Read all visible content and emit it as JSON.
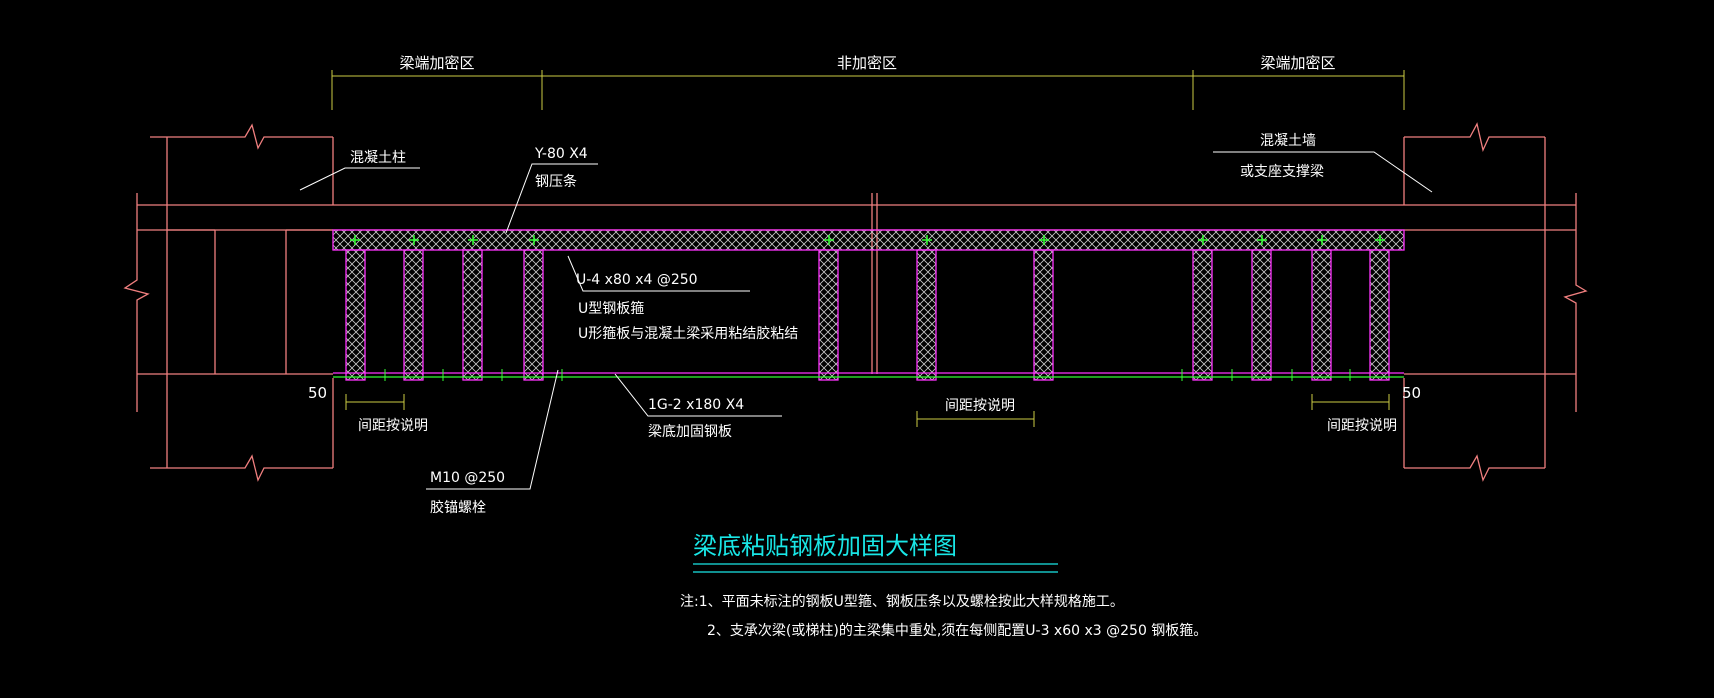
{
  "zones": {
    "left": "梁端加密区",
    "middle": "非加密区",
    "right": "梁端加密区"
  },
  "labels": {
    "column": "混凝土柱",
    "wall_line1": "混凝土墙",
    "wall_line2": "或支座支撑梁",
    "press_bar_spec": "Y-80 X4",
    "press_bar_name": "钢压条",
    "u_hoop_spec": "U-4 x80 x4 @250",
    "u_hoop_name": "U型钢板箍",
    "u_hoop_note": "U形箍板与混凝土梁采用粘结胶粘结",
    "bottom_plate_spec": "1G-2 x180 X4",
    "bottom_plate_name": "梁底加固钢板",
    "bolt_spec": "M10 @250",
    "bolt_name": "胶锚螺栓",
    "dim_left": "50",
    "dim_right": "50",
    "spacing_left": "间距按说明",
    "spacing_middle": "间距按说明",
    "spacing_right": "间距按说明"
  },
  "title": "梁底粘贴钢板加固大样图",
  "notes": {
    "line1": "注:1、平面未标注的钢板U型箍、钢板压条以及螺栓按此大样规格施工。",
    "line2": "2、支承次梁(或梯柱)的主梁集中重处,须在每侧配置U-3 x60 x3 @250 钢板箍。"
  },
  "colors": {
    "background": "#000000",
    "concrete_outline": "#f07f7f",
    "steel_plate": "#ff33ff",
    "hatch": "#c8c8c8",
    "bolt": "#33ff33",
    "dimension": "#cccc44",
    "leader": "#ffffff",
    "title": "#19e6e6"
  }
}
